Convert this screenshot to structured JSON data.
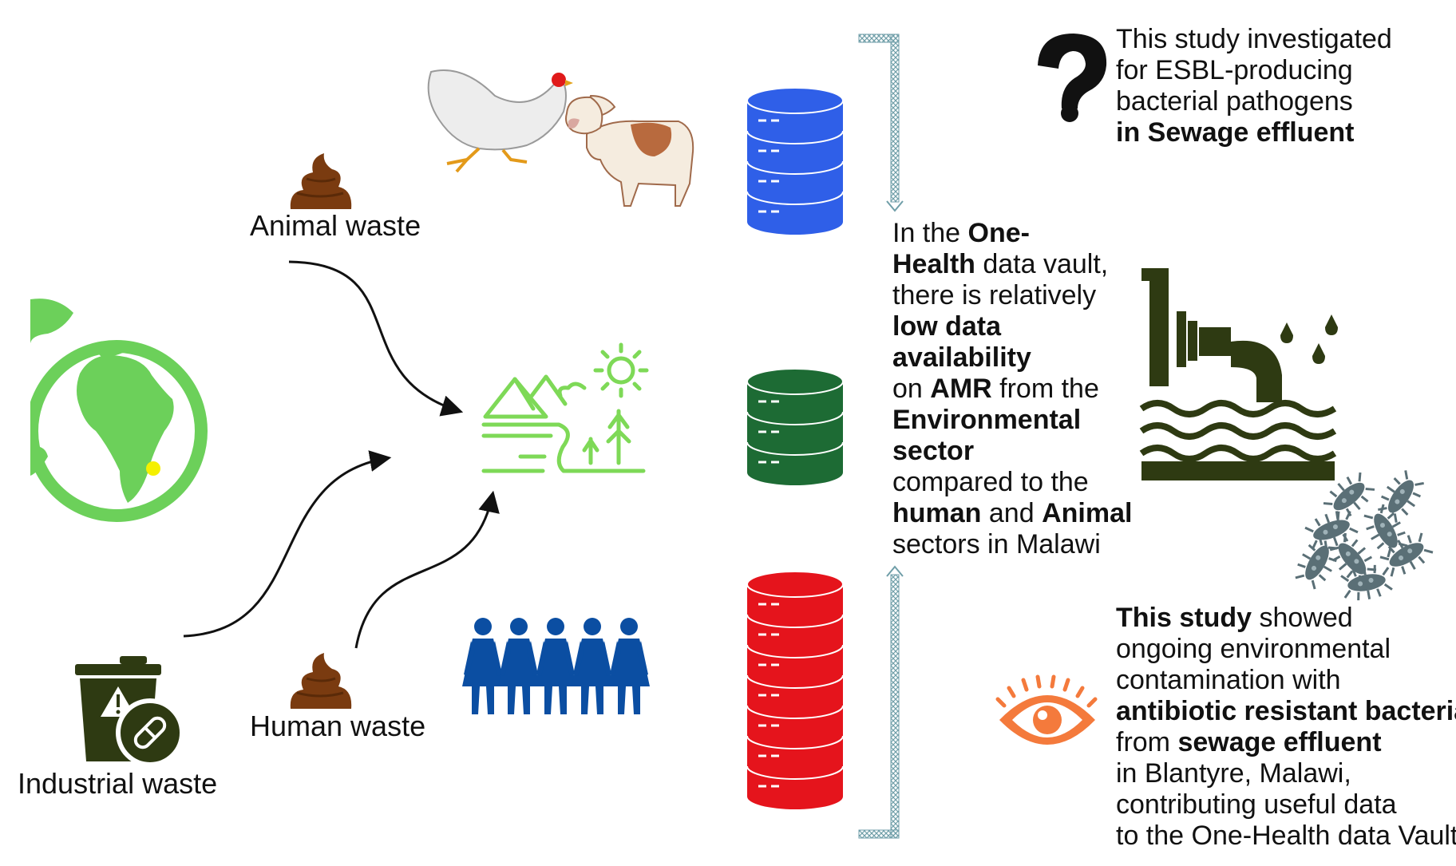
{
  "labels": {
    "animal_waste": "Animal waste",
    "human_waste": "Human waste",
    "industrial_waste": "Industrial waste"
  },
  "question_text": {
    "line1": "This study investigated",
    "line2": "for ESBL-producing",
    "line3": "bacterial pathogens",
    "line4": "in Sewage effluent"
  },
  "vault_text": {
    "l1a": "In the ",
    "l1b": "One-",
    "l2a": "Health",
    "l2b": " data vault,",
    "l3": "there is relatively",
    "l4": "low data",
    "l5": "availability",
    "l6a": "on ",
    "l6b": "AMR",
    "l6c": " from the",
    "l7": "Environmental",
    "l8": "sector",
    "l9": "compared to the",
    "l10a": "human",
    "l10b": " and ",
    "l10c": "Animal",
    "l11": "sectors in Malawi"
  },
  "findings_text": {
    "l1a": "This study",
    "l1b": " showed",
    "l2": "ongoing environmental",
    "l3": "contamination with",
    "l4": "antibiotic resistant bacteria",
    "l5a": "from ",
    "l5b": "sewage effluent",
    "l6": "in Blantyre, Malawi,",
    "l7": "contributing useful data",
    "l8": "to the One-Health data Vault"
  },
  "colors": {
    "database_animal": "#2f5fe8",
    "database_environment": "#1d6b34",
    "database_human": "#e5141c",
    "earth_green": "#6cd05a",
    "landscape_green": "#7ed957",
    "waste_brown": "#7a3b10",
    "people_blue": "#0b4ea2",
    "sewage_dark": "#2e3a12",
    "bacteria_grey": "#5a6f76",
    "eye_orange": "#f47a3c",
    "marker_yellow": "#f5f000",
    "bracket": "#6f9ea8"
  },
  "icons": [
    "earth-icon",
    "chicken-icon",
    "cow-icon",
    "poop-icon",
    "landscape-icon",
    "people-icon",
    "waste-bin-icon",
    "database-icon",
    "question-mark-icon",
    "sewage-pipe-icon",
    "bacteria-icon",
    "eye-icon"
  ]
}
